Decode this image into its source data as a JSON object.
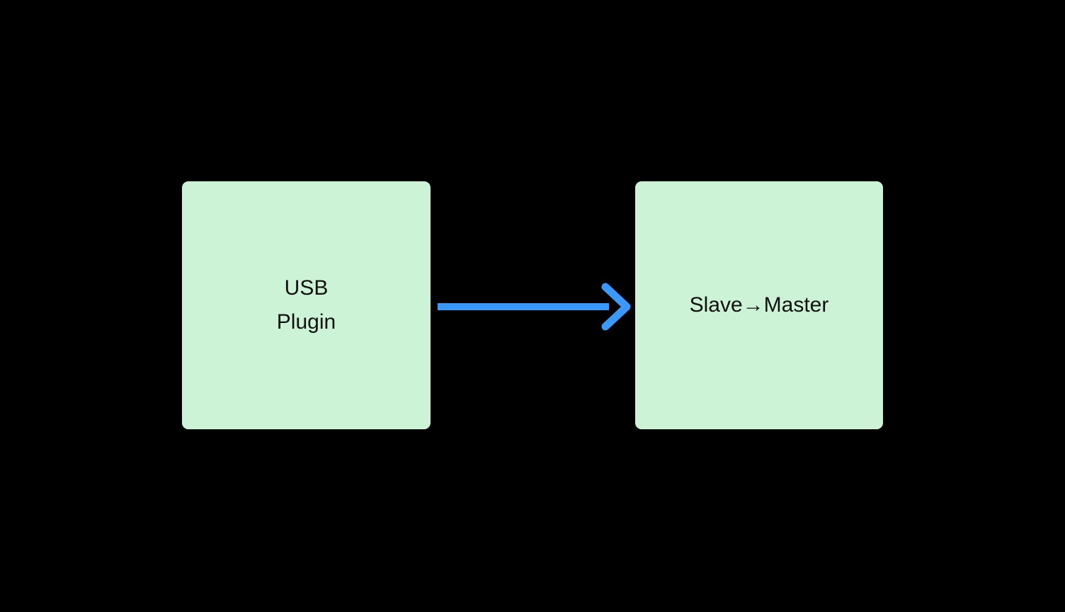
{
  "diagram": {
    "colors": {
      "background": "#000000",
      "box-fill": "#cdf3d6",
      "text-color": "#111111",
      "arrow-color": "#3b99fc"
    },
    "nodes": [
      {
        "id": "usb-plugin",
        "lines": [
          "USB",
          "Plugin"
        ]
      },
      {
        "id": "slave-master",
        "label": "Slave→Master"
      }
    ],
    "edges": [
      {
        "from": "usb-plugin",
        "to": "slave-master",
        "direction": "right"
      }
    ]
  }
}
